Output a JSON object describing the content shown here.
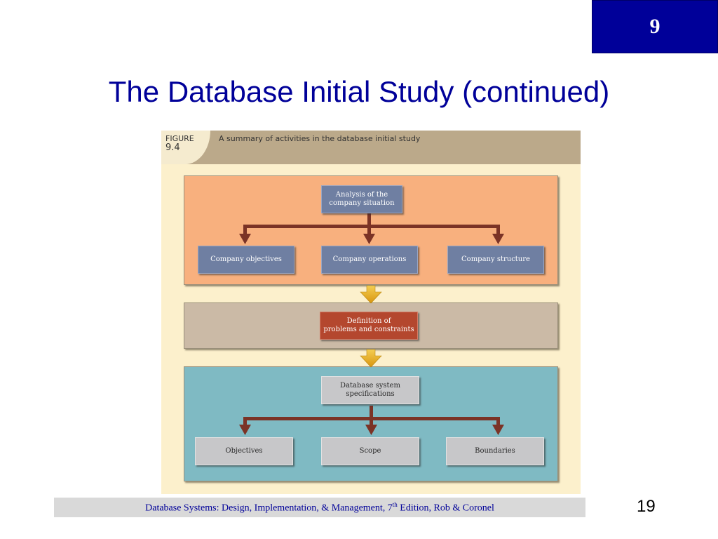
{
  "chapter_badge": "9",
  "title": "The Database Initial Study (continued)",
  "figure": {
    "label_word": "FIGURE",
    "label_number": "9.4",
    "caption": "A summary of activities in the database initial study",
    "colors": {
      "orange_panel": "#f8b07e",
      "tan_panel": "#cbbaa6",
      "teal_panel": "#7fbac3",
      "blue_node": "#6f7fa2",
      "red_node": "#b4472e",
      "gray_node": "#c7c7c9",
      "connector": "#7b3326",
      "flow_arrow": "#e6a91e"
    },
    "sections": [
      {
        "name": "company-situation",
        "parent": "Analysis of the company situation",
        "parent_lines": [
          "Analysis of the",
          "company situation"
        ],
        "children": [
          "Company objectives",
          "Company operations",
          "Company structure"
        ]
      },
      {
        "name": "problems",
        "parent": "Definition of problems and constraints",
        "parent_lines": [
          "Definition of",
          "problems and constraints"
        ],
        "children": []
      },
      {
        "name": "specifications",
        "parent": "Database system specifications",
        "parent_lines": [
          "Database system",
          "specifications"
        ],
        "children": [
          "Objectives",
          "Scope",
          "Boundaries"
        ]
      }
    ]
  },
  "footer": {
    "text_before": "Database Systems: Design, Implementation, & Management, 7",
    "superscript": "th",
    "text_after": " Edition, Rob & Coronel",
    "page_number": "19"
  }
}
